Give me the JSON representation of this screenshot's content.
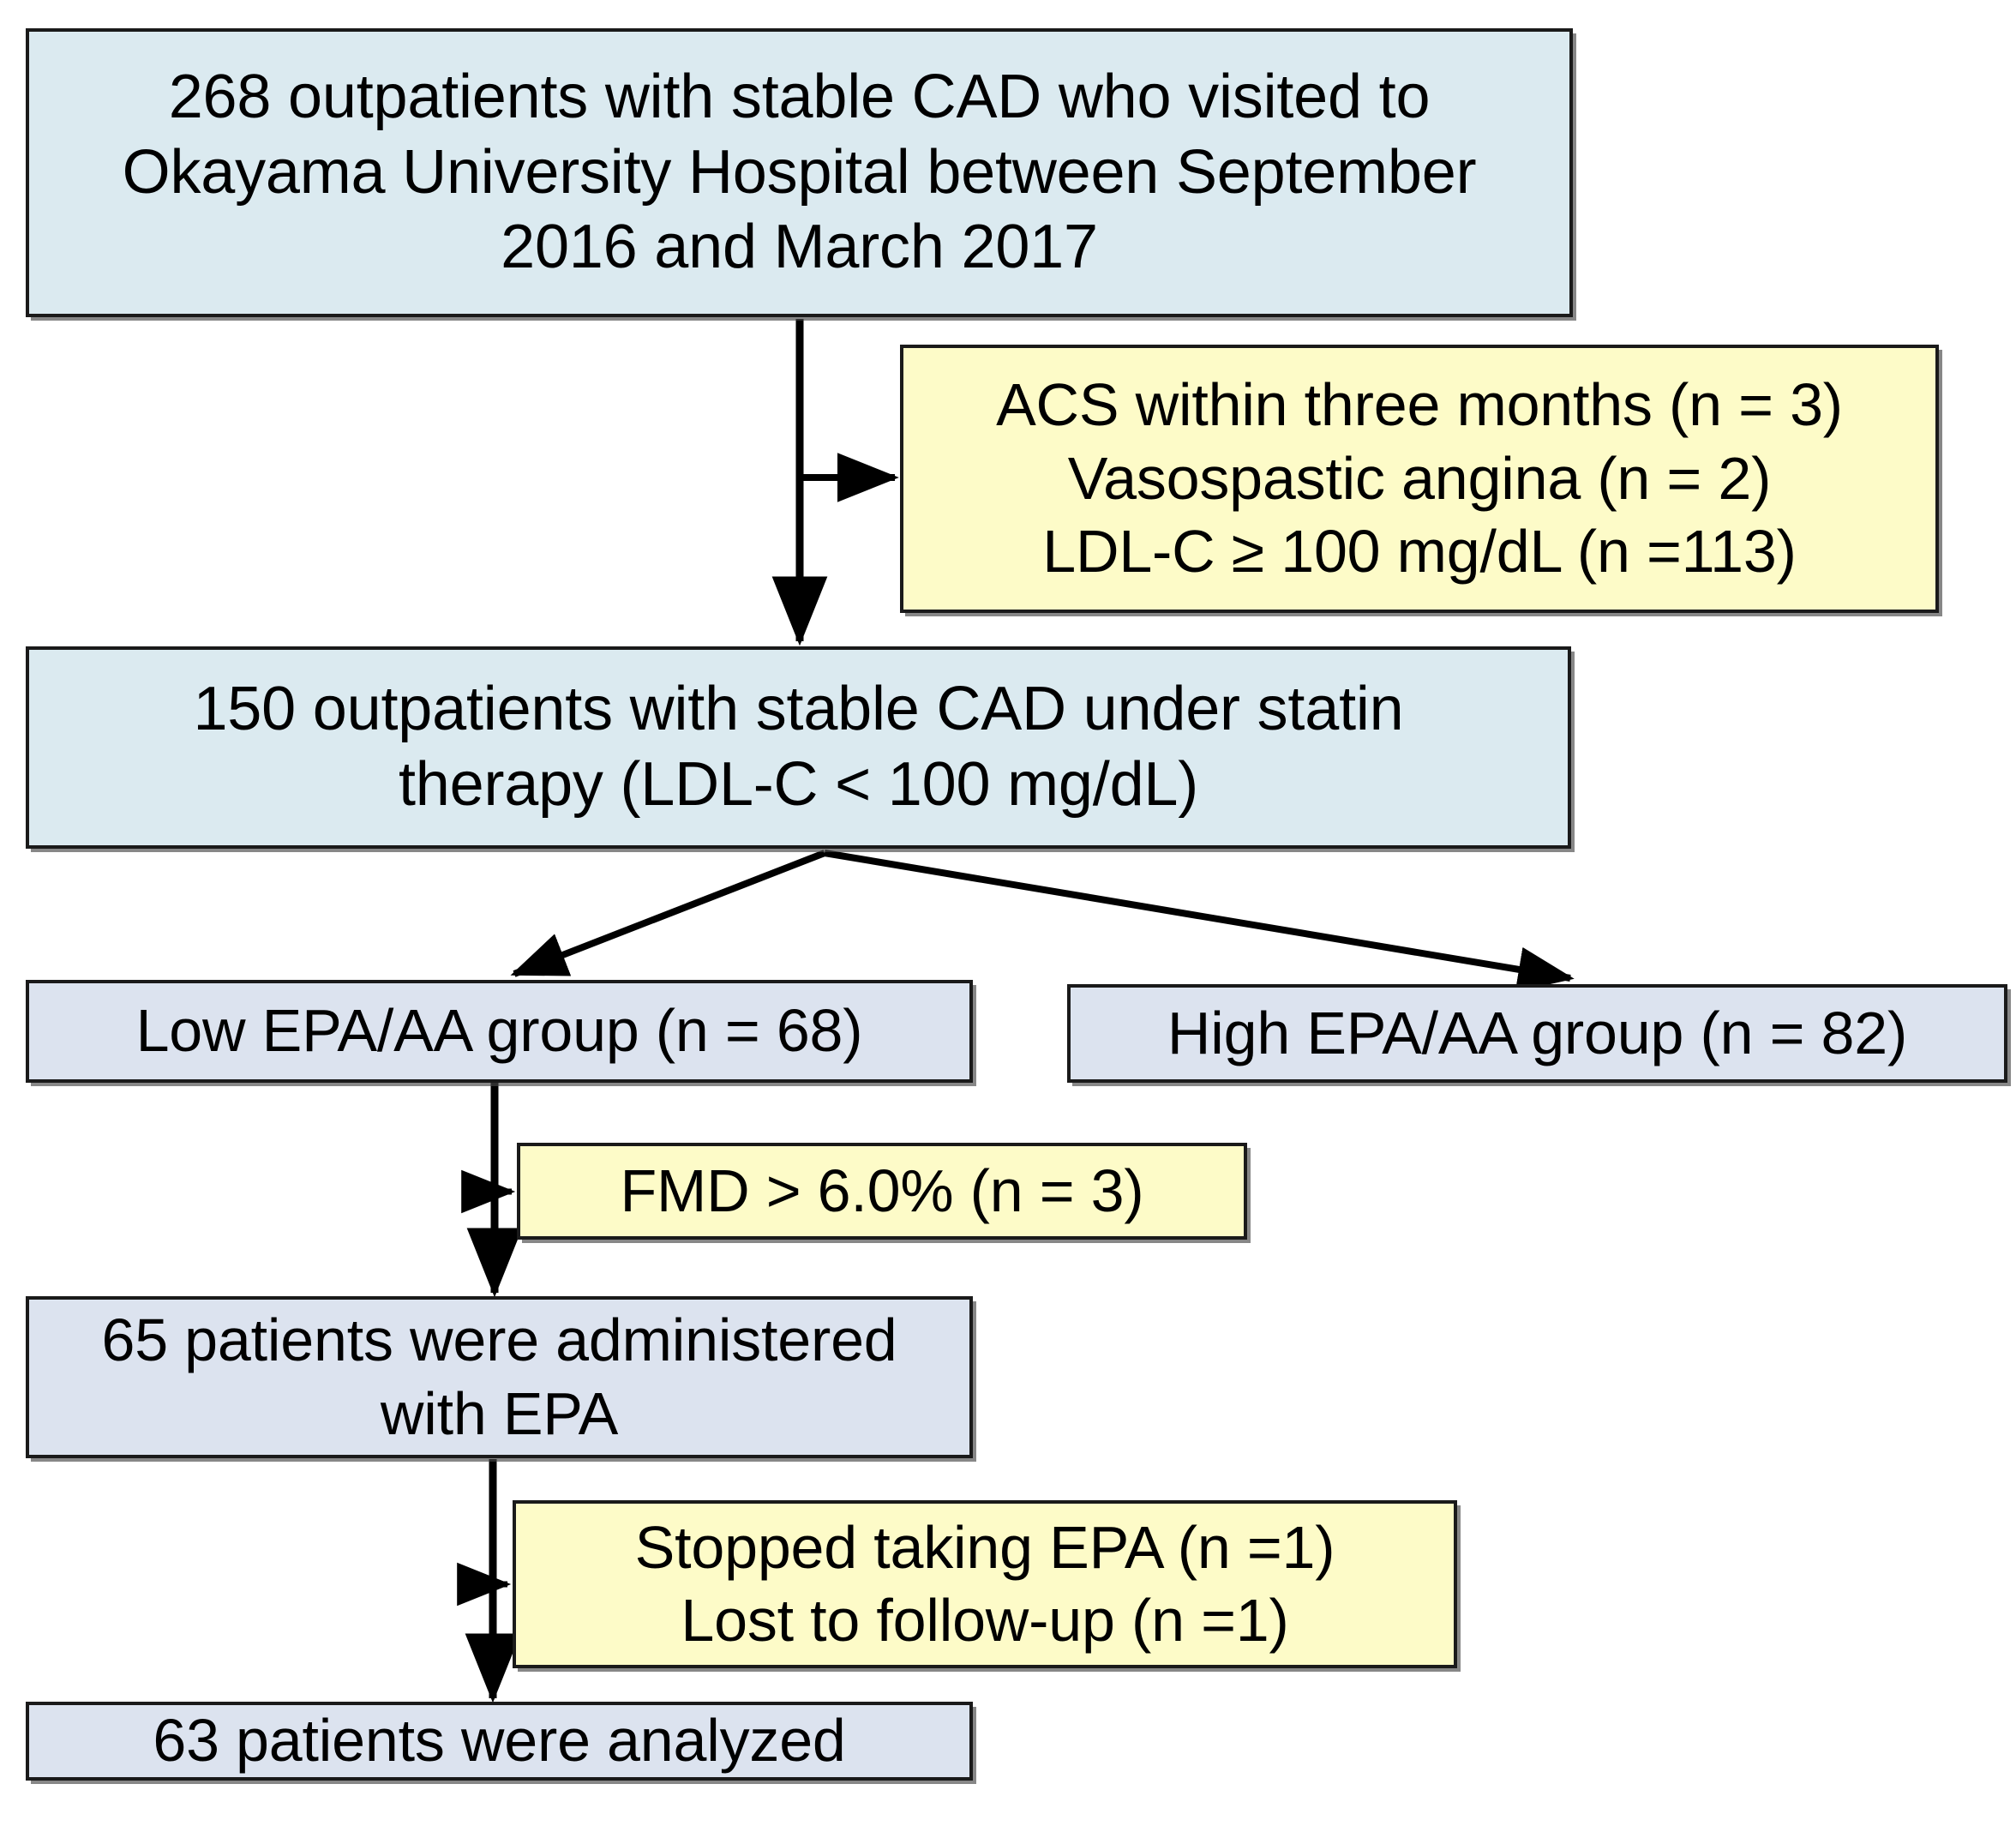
{
  "figure": {
    "type": "flow-diagram",
    "title": "Study patient enrollment flowchart",
    "background_color": "#ffffff",
    "palette": {
      "cyan_box": "#dbeaf0",
      "steel_box": "#dce3ef",
      "yellow_box": "#fdfbc8",
      "border": "#1a1a1a",
      "arrow": "#000000",
      "text": "#000000"
    }
  },
  "nodes": {
    "screened": {
      "text": "268 outpatients with stable CAD who visited to\nOkayama University Hospital between September\n2016 and March 2017",
      "count": 268,
      "fill": "#dbeaf0"
    },
    "excluded_1": {
      "text": "ACS within three months (n = 3)\nVasospastic angina (n = 2)\nLDL-C ≥ 100 mg/dL (n =113)",
      "reasons": [
        {
          "label": "ACS within three months",
          "n": 3
        },
        {
          "label": "Vasospastic angina",
          "n": 2
        },
        {
          "label": "LDL-C ≥ 100 mg/dL",
          "n": 113
        }
      ],
      "fill": "#fdfbc8"
    },
    "eligible": {
      "text": "150 outpatients with stable CAD under statin\ntherapy (LDL-C < 100 mg/dL)",
      "count": 150,
      "fill": "#dbeaf0"
    },
    "low_group": {
      "text": "Low EPA/AA group (n = 68)",
      "count": 68,
      "fill": "#dce3ef"
    },
    "high_group": {
      "text": "High EPA/AA group (n = 82)",
      "count": 82,
      "fill": "#dce3ef"
    },
    "fmd_excluded": {
      "text": "FMD > 6.0% (n = 3)",
      "count": 3,
      "fill": "#fdfbc8"
    },
    "administered": {
      "text": "65 patients were administered\nwith EPA",
      "count": 65,
      "fill": "#dce3ef"
    },
    "dropouts": {
      "text": "Stopped taking EPA (n =1)\nLost to follow-up (n =1)",
      "reasons": [
        {
          "label": "Stopped taking EPA",
          "n": 1
        },
        {
          "label": "Lost to follow-up",
          "n": 1
        }
      ],
      "fill": "#fdfbc8"
    },
    "analyzed": {
      "text": "63 patients were analyzed",
      "count": 63,
      "fill": "#dce3ef"
    }
  },
  "edges": [
    {
      "from": "screened",
      "to": "eligible",
      "kind": "vertical-arrow"
    },
    {
      "from": "screened",
      "to": "excluded_1",
      "kind": "branch-right-arrow"
    },
    {
      "from": "eligible",
      "to": "low_group",
      "kind": "diagonal-arrow-left"
    },
    {
      "from": "eligible",
      "to": "high_group",
      "kind": "diagonal-arrow-right"
    },
    {
      "from": "low_group",
      "to": "administered",
      "kind": "vertical-arrow"
    },
    {
      "from": "low_group",
      "to": "fmd_excluded",
      "kind": "branch-right-arrow"
    },
    {
      "from": "administered",
      "to": "analyzed",
      "kind": "vertical-arrow"
    },
    {
      "from": "administered",
      "to": "dropouts",
      "kind": "branch-right-arrow"
    }
  ]
}
